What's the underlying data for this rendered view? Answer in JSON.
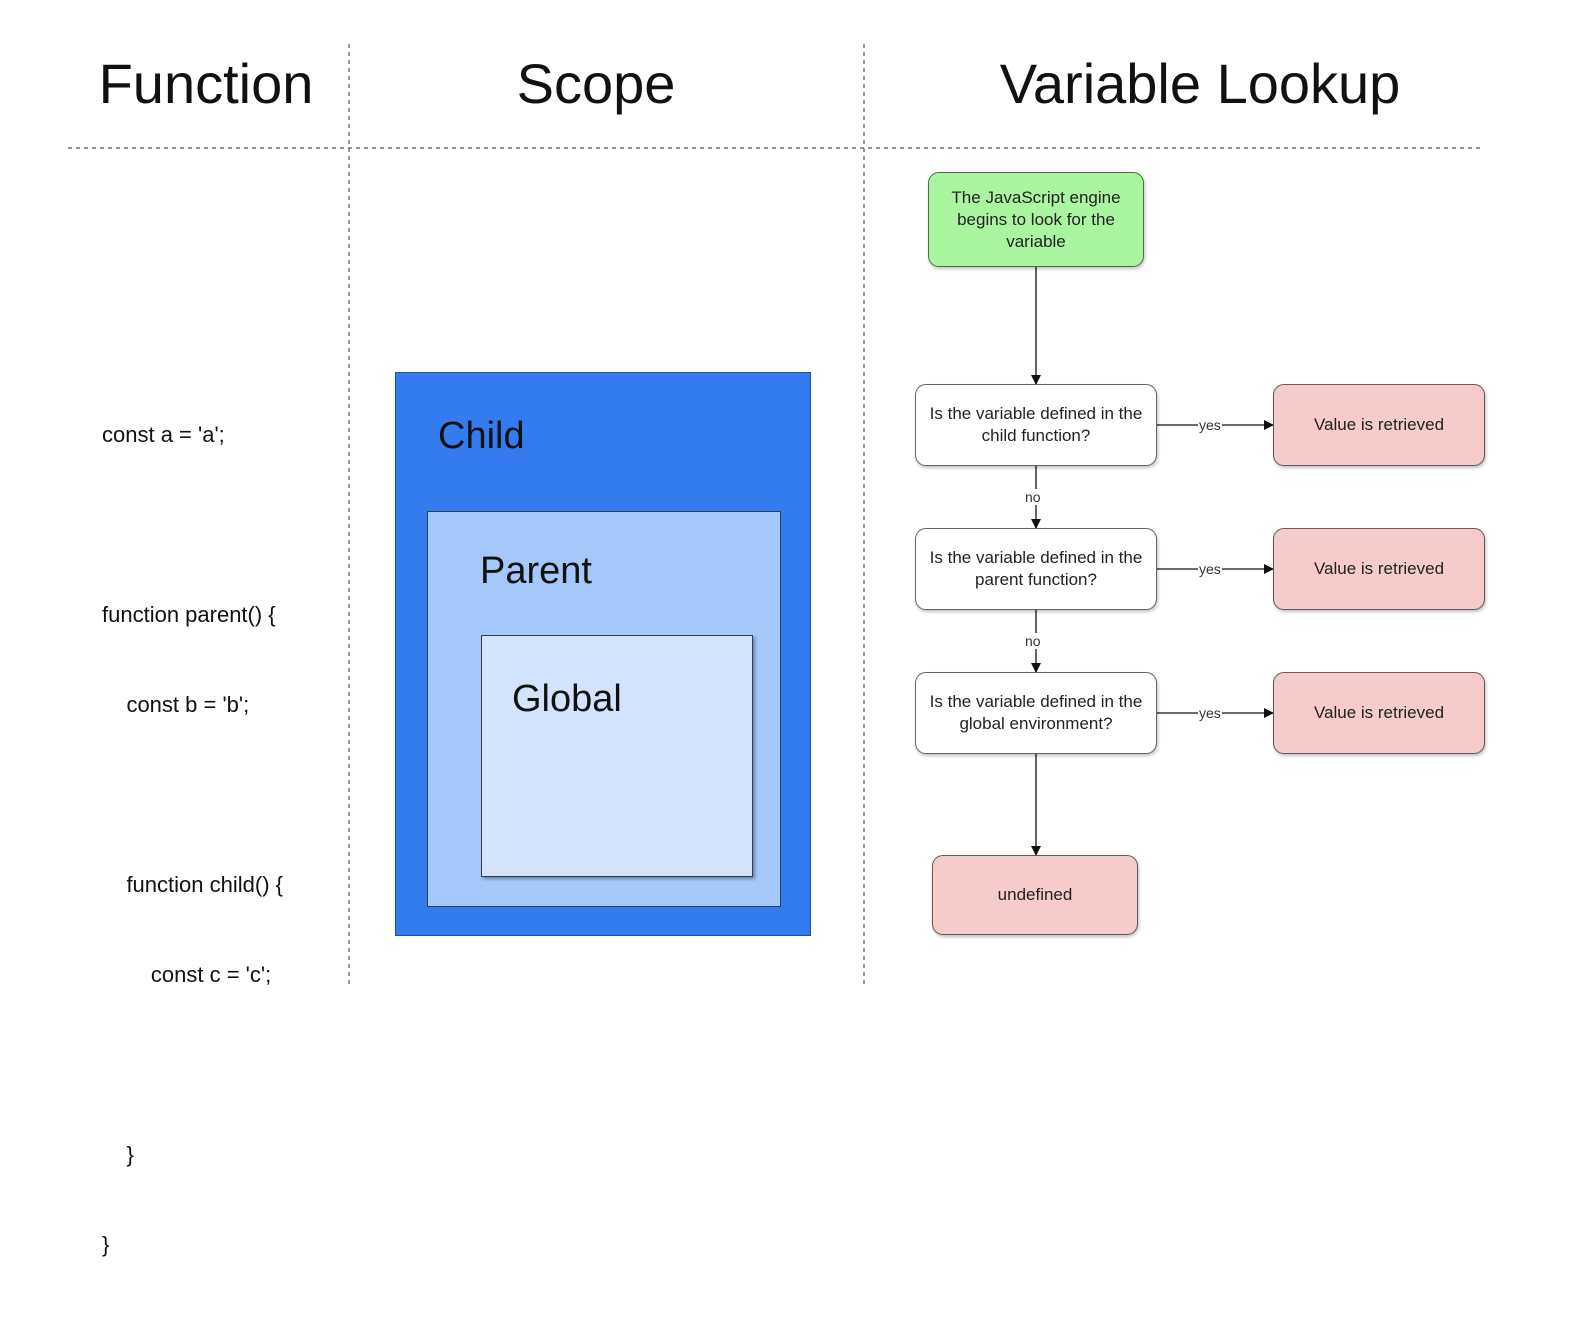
{
  "headers": {
    "function": "Function",
    "scope": "Scope",
    "variable_lookup": "Variable Lookup"
  },
  "code": {
    "lines": [
      "const a = 'a';",
      "",
      "function parent() {",
      "    const b = 'b';",
      "",
      "    function child() {",
      "        const c = 'c';",
      "",
      "    }",
      "}"
    ]
  },
  "scopes": {
    "child": "Child",
    "parent": "Parent",
    "global": "Global",
    "colors": {
      "child": "#347bf0",
      "parent": "#a5c8fa",
      "global": "#d3e3fb"
    }
  },
  "flowchart": {
    "start": "The JavaScript engine begins to look for the variable",
    "questions": [
      "Is the variable defined in the child function?",
      "Is the variable defined in the parent function?",
      "Is the variable defined in the global environment?"
    ],
    "results": [
      "Value is retrieved",
      "Value is retrieved",
      "Value is retrieved"
    ],
    "end": "undefined",
    "yes_label": "yes",
    "no_label": "no",
    "colors": {
      "start": "#aaf5a0",
      "result": "#f6cbcb",
      "question": "#ffffff"
    }
  }
}
